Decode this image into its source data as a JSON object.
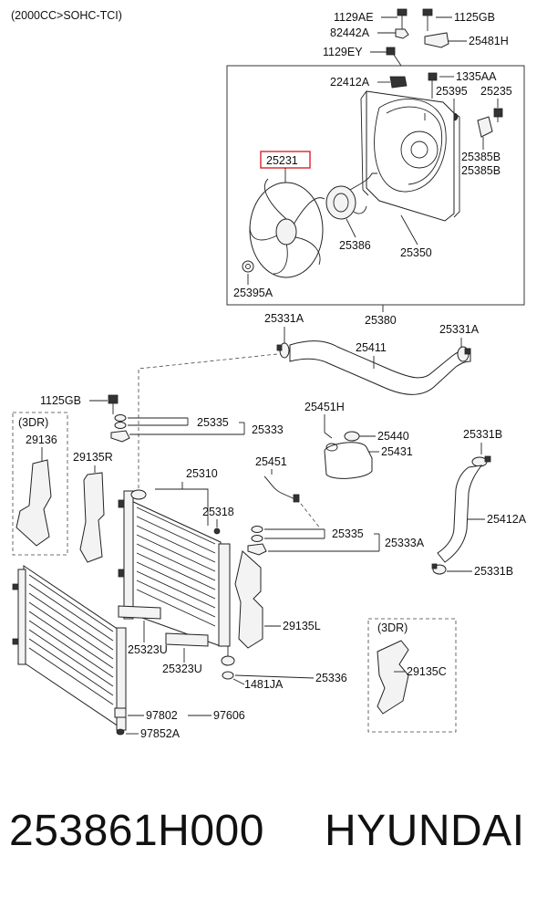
{
  "header": {
    "engine_spec": "(2000CC>SOHC-TCI)"
  },
  "callouts": {
    "c1129AE": "1129AE",
    "c1125GB_top": "1125GB",
    "c82442A": "82442A",
    "c25481H": "25481H",
    "c1129EY": "1129EY",
    "c22412A": "22412A",
    "c1335AA": "1335AA",
    "c25395": "25395",
    "c25235": "25235",
    "c25231": "25231",
    "c25385B_1": "25385B",
    "c25385B_2": "25385B",
    "c25386": "25386",
    "c25350": "25350",
    "c25395A": "25395A",
    "c25380": "25380",
    "c25331A_left": "25331A",
    "c25411": "25411",
    "c25331A_right": "25331A",
    "c1125GB_left": "1125GB",
    "c3DR_left": "(3DR)",
    "c29136": "29136",
    "c25335_top": "25335",
    "c25333": "25333",
    "c25451H": "25451H",
    "c25440": "25440",
    "c25431": "25431",
    "c25331B_top": "25331B",
    "c29135R": "29135R",
    "c25451": "25451",
    "c25310": "25310",
    "c25318": "25318",
    "c25412A": "25412A",
    "c25335_bottom": "25335",
    "c25333A": "25333A",
    "c25331B_bottom": "25331B",
    "c29135L": "29135L",
    "c3DR_right": "(3DR)",
    "c25323U_1": "25323U",
    "c25323U_2": "25323U",
    "c29135C": "29135C",
    "c25336": "25336",
    "c1481JA": "1481JA",
    "c97802": "97802",
    "c97606": "97606",
    "c97852A": "97852A"
  },
  "highlight_color": "#d9232a",
  "footer": {
    "part_number": "253861H000",
    "brand": "HYUNDAI"
  }
}
